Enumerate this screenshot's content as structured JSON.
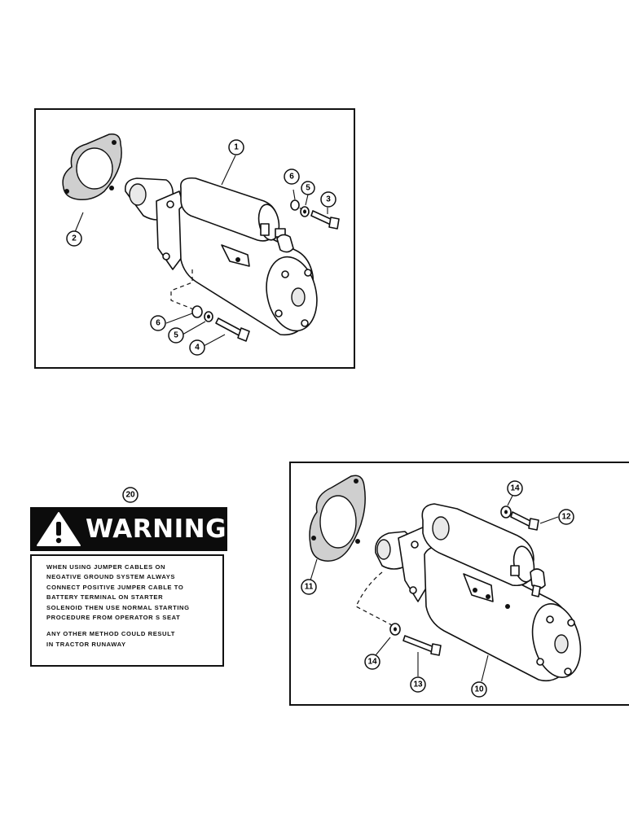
{
  "figure_top": {
    "callouts": {
      "c1": "1",
      "c2": "2",
      "c3": "3",
      "c4": "4",
      "c5a": "5",
      "c5b": "5",
      "c6a": "6",
      "c6b": "6"
    }
  },
  "figure_bottom": {
    "callouts": {
      "c10": "10",
      "c11": "11",
      "c12": "12",
      "c13": "13",
      "c14a": "14",
      "c14b": "14"
    }
  },
  "warning": {
    "callout": "20",
    "title": "WARNING",
    "lines": [
      "WHEN USING JUMPER CABLES ON",
      "NEGATIVE GROUND SYSTEM ALWAYS",
      "CONNECT POSITIVE JUMPER CABLE TO",
      "BATTERY TERMINAL ON STARTER",
      "SOLENOID THEN USE NORMAL STARTING",
      "PROCEDURE  FROM OPERATOR S SEAT"
    ],
    "lines_2": [
      "ANY OTHER METHOD COULD RESULT",
      "IN TRACTOR RUNAWAY"
    ]
  }
}
